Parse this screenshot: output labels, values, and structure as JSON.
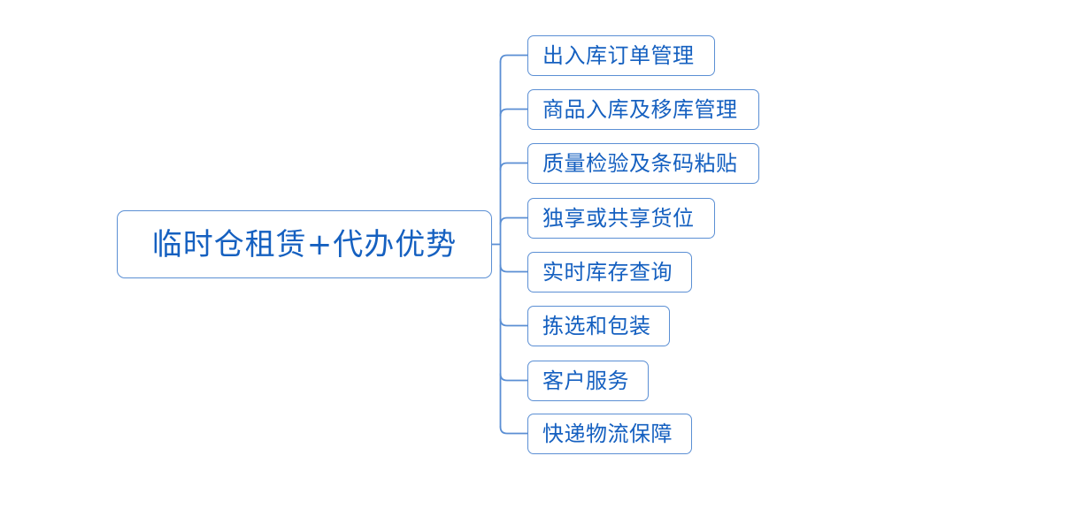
{
  "diagram": {
    "type": "mind-map",
    "orientation": "left-to-right",
    "background_color": "#ffffff",
    "node_border_color": "#5B8FD4",
    "node_text_color": "#1560C0",
    "connector_color": "#5B8FD4",
    "root": {
      "label": "临时仓租赁+代办优势"
    },
    "branches": [
      {
        "label": "出入库订单管理"
      },
      {
        "label": "商品入库及移库管理"
      },
      {
        "label": "质量检验及条码粘贴"
      },
      {
        "label": "独享或共享货位"
      },
      {
        "label": "实时库存查询"
      },
      {
        "label": "拣选和包装"
      },
      {
        "label": "客户服务"
      },
      {
        "label": "快递物流保障"
      }
    ]
  }
}
